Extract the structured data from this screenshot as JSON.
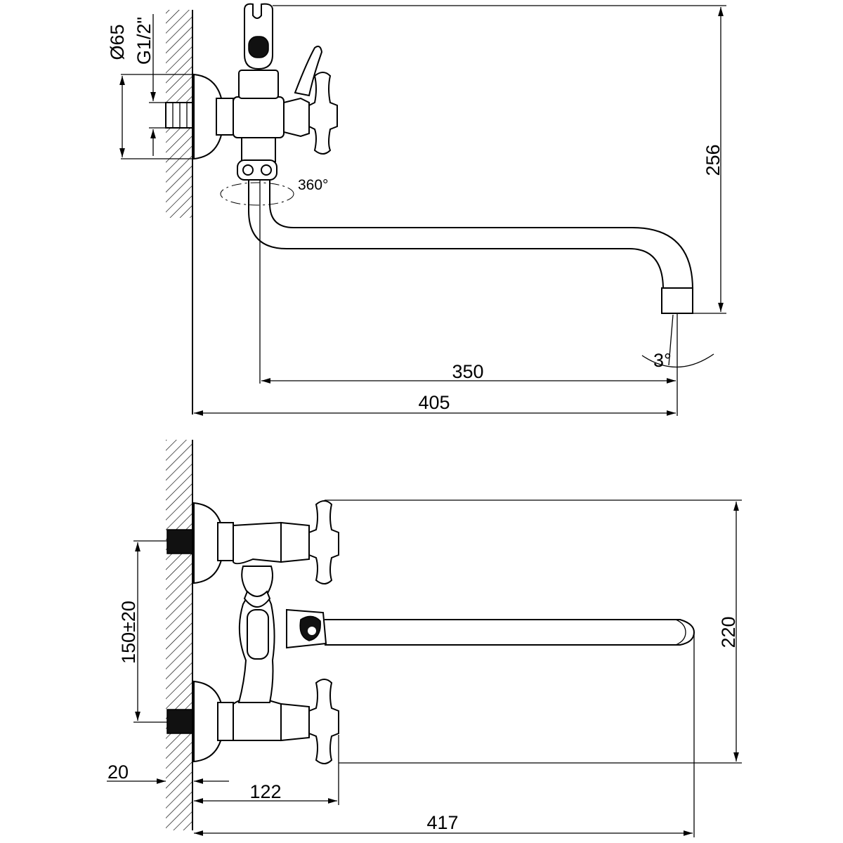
{
  "side_view": {
    "pipe_diameter_label": "Ø65",
    "thread_label": "G1/2\"",
    "rotation_label": "360°",
    "height_label": "256",
    "tilt_label": "3°",
    "spout_reach_label": "350",
    "total_reach_label": "405"
  },
  "top_view": {
    "centers_label": "150±20",
    "thread_depth_label": "20",
    "handle_reach_label": "122",
    "total_length_label": "417",
    "width_label": "220"
  }
}
